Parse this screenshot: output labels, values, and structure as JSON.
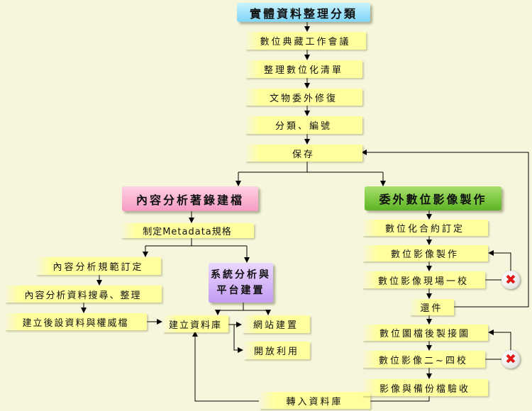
{
  "title": "實體資料整理分類",
  "steps": {
    "meeting": "數位典藏工作會議",
    "inventory": "整理數位化清單",
    "restore": "文物委外修復",
    "classify": "分類、編號",
    "preserve": "保存"
  },
  "left_branch": {
    "header": "內容分析著錄建檔",
    "metadata": "制定Metadata規格",
    "norms": "內容分析規範訂定",
    "search": "內容分析資料搜尋、整理",
    "authority": "建立後設資料與權威檔",
    "system_header": "系統分析與\n平台建置",
    "database": "建立資料庫",
    "website": "網站建置",
    "open_use": "開放利用",
    "import_db": "轉入資料庫"
  },
  "right_branch": {
    "header": "委外數位影像製作",
    "contract": "數位化合約訂定",
    "production": "數位影像製作",
    "proof_onsite": "數位影像現場一校",
    "return_items": "還件",
    "post_process": "數位圖檔後製接圖",
    "proof_2_4": "數位影像二~四校",
    "acceptance": "影像與備份檔驗收"
  },
  "reject_icon": "close-icon",
  "colors": {
    "background": "#f6f6dc",
    "box": "#ffff9e",
    "title_header": "#7fd4f5",
    "content_header": "#f49cc2",
    "digitize_header": "#5cb425",
    "system_header": "#c49cf2",
    "reject": "#e01818"
  }
}
